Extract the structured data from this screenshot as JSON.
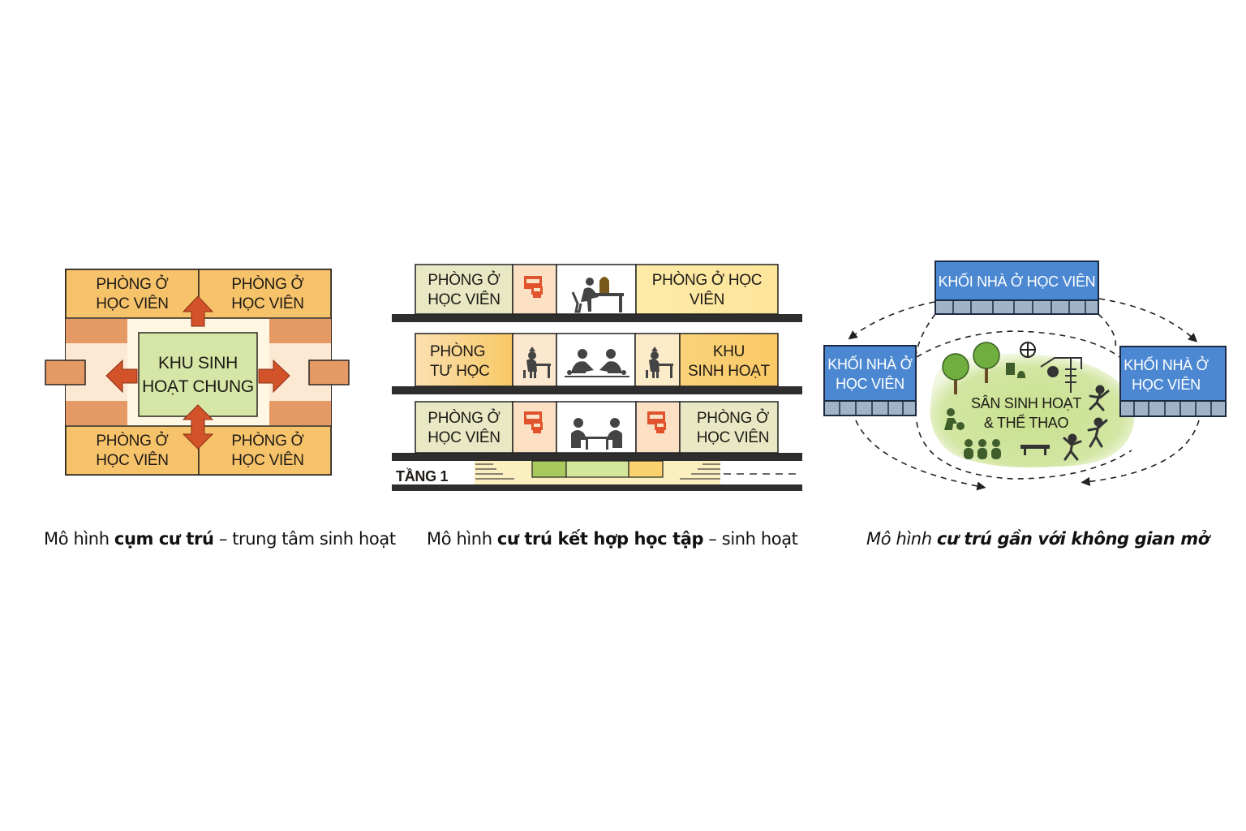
{
  "diagrams": [
    {
      "id": "cluster-model",
      "rooms": {
        "top_left": "PHÒNG Ở\nHỌC VIÊN",
        "top_right": "PHÒNG Ở\nHỌC VIÊN",
        "bottom_left": "PHÒNG Ở\nHỌC VIÊN",
        "bottom_right": "PHÒNG Ở\nHỌC VIÊN"
      },
      "center": "KHU SINH\nHOẠT CHUNG",
      "caption": {
        "prefix": "Mô hình ",
        "bold": "cụm cư trú",
        "suffix": " – trung tâm sinh hoạt"
      }
    },
    {
      "id": "mixed-study-living-model",
      "floors": [
        {
          "left_label": "PHÒNG Ở\nHỌC VIÊN",
          "icons": [
            "computer-desk-icon",
            "person-reading-at-desk-icon"
          ],
          "right_label": "PHÒNG Ở HỌC\nVIÊN"
        },
        {
          "left_label": "PHÒNG\nTƯ HỌC",
          "icons": [
            "person-studying-icon",
            "two-people-discussing-icon",
            "person-studying-icon"
          ],
          "right_label": "KHU\nSINH HOẠT"
        },
        {
          "left_label": "PHÒNG Ở\nHỌC VIÊN",
          "icons": [
            "computer-desk-icon",
            "two-people-at-table-icon",
            "computer-desk-icon"
          ],
          "right_label": "PHÒNG Ở\nHỌC VIÊN"
        }
      ],
      "ground_floor_label": "TẦNG 1",
      "caption": {
        "prefix": "Mô hình ",
        "bold": "cư trú kết hợp học tập",
        "suffix": " – sinh hoạt"
      }
    },
    {
      "id": "open-space-model",
      "blocks": {
        "top": "KHỐI NHÀ Ở HỌC VIÊN",
        "left": "KHỐI NHÀ Ở\nHỌC VIÊN",
        "right": "KHỐI NHÀ Ở\nHỌC VIÊN"
      },
      "courtyard": "SÂN SINH HOẠT\n& THỂ THAO",
      "icons": [
        "tree-icon",
        "tree-icon",
        "basketball-hoop-icon",
        "trash-bin-icon",
        "bell-icon",
        "playground-swing-icon",
        "exercise-bars-icon",
        "person-playing-ball-icon",
        "group-people-icon",
        "bench-icon",
        "person-dancing-icon",
        "person-exercising-icon"
      ],
      "caption": {
        "prefix": "Mô hình ",
        "bold": "cư trú gần với không gian mở"
      }
    }
  ],
  "colors": {
    "room_orange": "#f7c36a",
    "corridor_brown": "#e59a66",
    "arrow_red": "#d2522a",
    "center_green": "#d6e6a6",
    "block_blue": "#4c88d2",
    "window_gray": "#9fb4c6",
    "court_green": "#c4dd8c",
    "icon_dark": "#3b3b38",
    "icon_green": "#3f5e2c"
  }
}
